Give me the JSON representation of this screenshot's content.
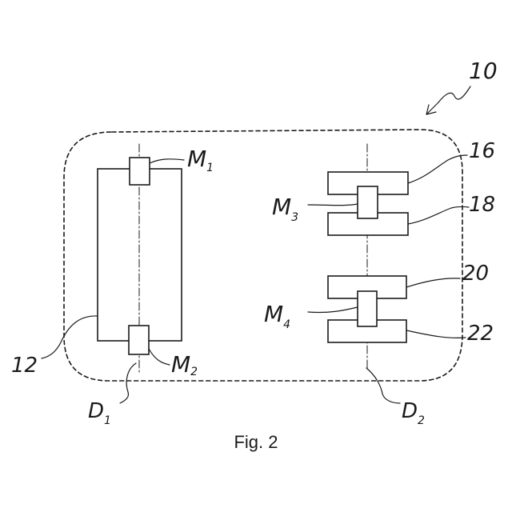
{
  "figure": {
    "caption": "Fig. 2",
    "labels": {
      "device": "10",
      "body_left": "12",
      "part_16": "16",
      "part_18": "18",
      "part_20": "20",
      "part_22": "22",
      "m1_main": "M",
      "m1_sub": "1",
      "m2_main": "M",
      "m2_sub": "2",
      "m3_main": "M",
      "m3_sub": "3",
      "m4_main": "M",
      "m4_sub": "4",
      "d1_main": "D",
      "d1_sub": "1",
      "d2_main": "D",
      "d2_sub": "2"
    }
  }
}
